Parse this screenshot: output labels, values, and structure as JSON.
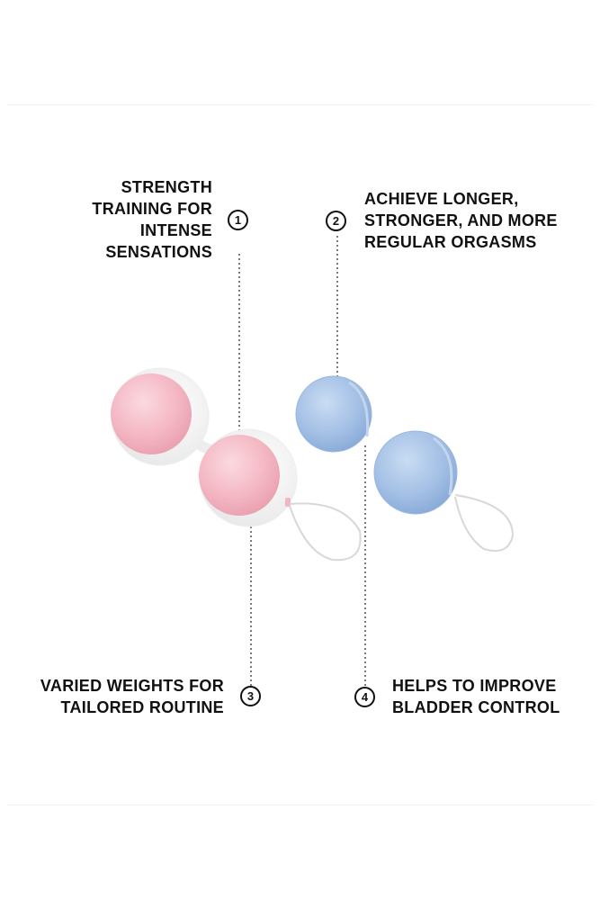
{
  "features": [
    {
      "number": "1",
      "lines": [
        "STRENGTH",
        "TRAINING FOR",
        "INTENSE",
        "SENSATIONS"
      ]
    },
    {
      "number": "2",
      "lines": [
        "ACHIEVE LONGER,",
        "STRONGER, AND MORE",
        "REGULAR ORGASMS"
      ]
    },
    {
      "number": "3",
      "lines": [
        "VARIED WEIGHTS FOR",
        "TAILORED ROUTINE"
      ]
    },
    {
      "number": "4",
      "lines": [
        "HELPS TO IMPROVE",
        "BLADDER CONTROL"
      ]
    }
  ],
  "colors": {
    "text": "#111111",
    "pink_ball": "#f3b6c2",
    "blue_ball": "#a7c3e6",
    "casing": "#ffffff",
    "divider": "#f3f3f3"
  }
}
